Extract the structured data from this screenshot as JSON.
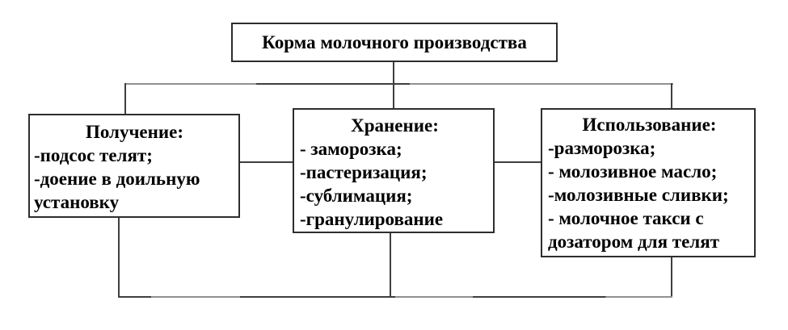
{
  "diagram": {
    "root": {
      "title": "Корма молочного производства"
    },
    "nodes": [
      {
        "title": "Получение:",
        "items": [
          "-подсос телят;",
          "-доение в доильную установку"
        ]
      },
      {
        "title": "Хранение:",
        "items": [
          "- заморозка;",
          "-пастеризация;",
          "-сублимация;",
          "-гранулирование"
        ]
      },
      {
        "title": "Использование:",
        "items": [
          "-разморозка;",
          "- молозивное масло;",
          "-молозивные сливки;",
          "- молочное такси с дозатором для телят"
        ]
      }
    ]
  },
  "colors": {
    "line": "#3e3e3e",
    "line_light": "#909090",
    "border": "#2d2d2d",
    "text": "#000000",
    "background": "#ffffff"
  }
}
